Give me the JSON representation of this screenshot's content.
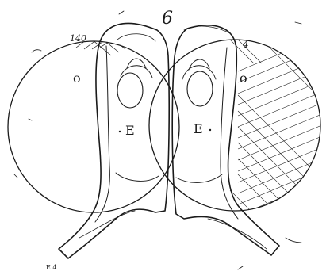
{
  "labels": {
    "top": "6",
    "left_lobe": "E",
    "right_lobe": "E",
    "left_circle": "o",
    "right_circle": "o",
    "left_rim": "140",
    "right_rim": "4",
    "bottom_left": "E.4"
  },
  "colors": {
    "ink": "#1a1a1a",
    "paper": "#ffffff"
  }
}
